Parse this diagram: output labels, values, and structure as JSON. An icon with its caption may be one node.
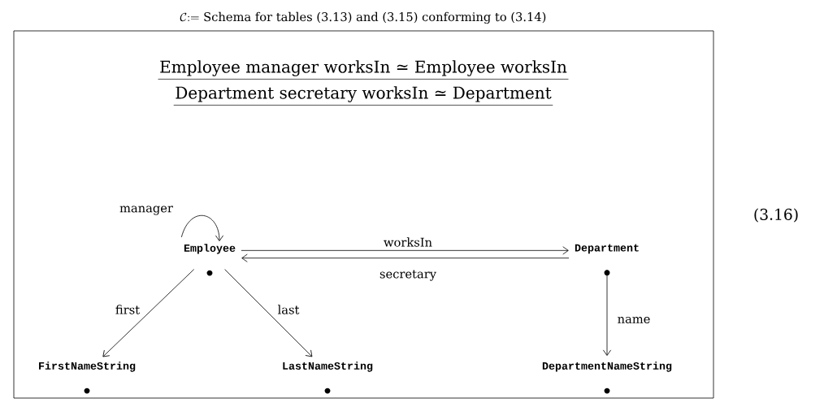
{
  "diagram": {
    "title": "\\mathcal{C}{:=}\\mbox{ Schema for tables (3.13) and (3.15) conforming to (3.14)}",
    "nodes": [
      {
        "text": [
          "Employee"
        ]
      },
      {
        "text": [
          "Department"
        ]
      },
      {
        "text": [
          "FirstNameString"
        ]
      },
      {
        "text": [
          "LastNameString"
        ]
      },
      {
        "text": [
          "DepartmentNameString"
        ]
      }
    ],
    "edges": [
      {
        "from": 0,
        "to": 0,
        "arrow": "to",
        "label": "manager"
      },
      {
        "from": 0,
        "to": 1,
        "arrow": "to",
        "label": "worksIn"
      },
      {
        "from": 1,
        "to": 0,
        "arrow": "to",
        "label": "secretary"
      },
      {
        "from": 0,
        "to": 2,
        "arrow": "to",
        "label": "first"
      },
      {
        "from": 0,
        "to": 3,
        "arrow": "to",
        "label": "last"
      },
      {
        "from": 1,
        "to": 4,
        "arrow": "to",
        "label": "name"
      }
    ],
    "labels": [
      "Employee manager worksIn ≃ Employee worksIn",
      "Department secretary worksIn ≃ Department",
      "(3.16)"
    ]
  }
}
